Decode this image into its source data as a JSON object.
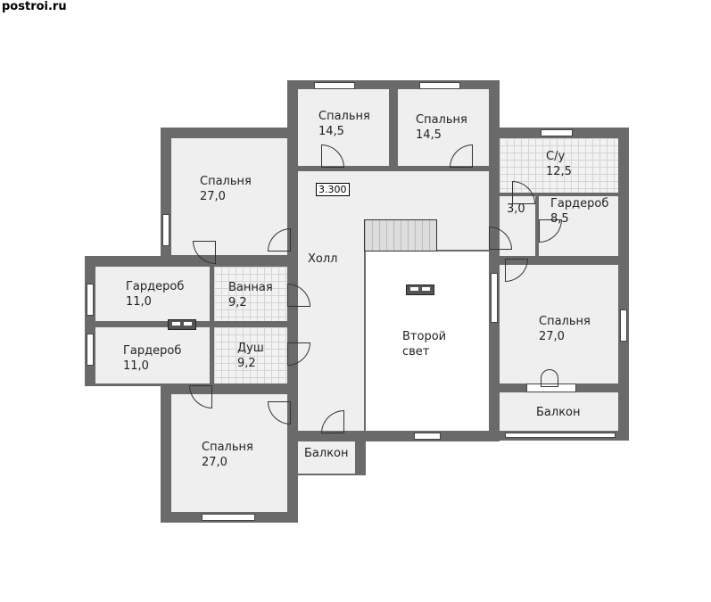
{
  "logo": "postroi.ru",
  "level_mark": "3.300",
  "rooms": {
    "bed_top1": {
      "name": "Спальня",
      "area": "14,5"
    },
    "bed_top2": {
      "name": "Спальня",
      "area": "14,5"
    },
    "bed_left_top": {
      "name": "Спальня",
      "area": "27,0"
    },
    "wc": {
      "name": "С/у",
      "area": "12,5"
    },
    "closet_small": {
      "area": "3,0"
    },
    "wardrobe_right": {
      "name": "Гардероб",
      "area": "8,5"
    },
    "hall": {
      "name": "Холл"
    },
    "wardrobe_left1": {
      "name": "Гардероб",
      "area": "11,0"
    },
    "bath": {
      "name": "Ванная",
      "area": "9,2"
    },
    "wardrobe_left2": {
      "name": "Гардероб",
      "area": "11,0"
    },
    "shower": {
      "name": "Душ",
      "area": "9,2"
    },
    "second_light": {
      "name": "Второй",
      "name2": "свет"
    },
    "bed_right": {
      "name": "Спальня",
      "area": "27,0"
    },
    "balcony_right": {
      "name": "Балкон"
    },
    "bed_left_bottom": {
      "name": "Спальня",
      "area": "27,0"
    },
    "balcony_center": {
      "name": "Балкон"
    }
  }
}
